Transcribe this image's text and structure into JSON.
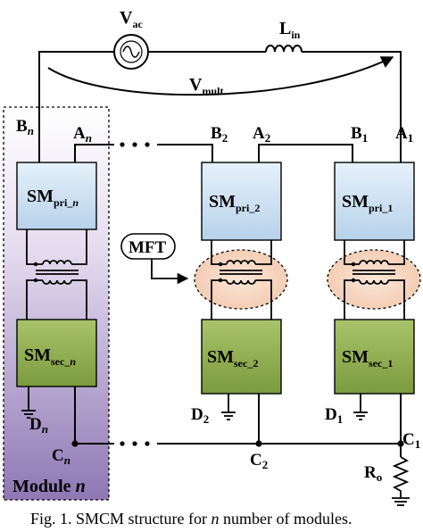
{
  "source": {
    "label": "V",
    "sub": "ac"
  },
  "inductor": {
    "label": "L",
    "sub": "in"
  },
  "vmult": {
    "label": "V",
    "sub": "mult"
  },
  "nodes": {
    "Bn": {
      "main": "B",
      "sub": "n"
    },
    "An": {
      "main": "A",
      "sub": "n"
    },
    "B2": {
      "main": "B",
      "sub": "2"
    },
    "A2": {
      "main": "A",
      "sub": "2"
    },
    "B1": {
      "main": "B",
      "sub": "1"
    },
    "A1": {
      "main": "A",
      "sub": "1"
    },
    "Dn": {
      "main": "D",
      "sub": "n"
    },
    "D2": {
      "main": "D",
      "sub": "2"
    },
    "D1": {
      "main": "D",
      "sub": "1"
    },
    "Cn": {
      "main": "C",
      "sub": "n"
    },
    "C2": {
      "main": "C",
      "sub": "2"
    },
    "C1": {
      "main": "C",
      "sub": "1"
    }
  },
  "modules": {
    "n": {
      "pri_main": "SM",
      "pri_sub": "pri_",
      "pri_idx": "n",
      "sec_main": "SM",
      "sec_sub": "sec_",
      "sec_idx": "n"
    },
    "two": {
      "pri_main": "SM",
      "pri_sub": "pri_2",
      "sec_main": "SM",
      "sec_sub": "sec_2"
    },
    "one": {
      "pri_main": "SM",
      "pri_sub": "pri_1",
      "sec_main": "SM",
      "sec_sub": "sec_1"
    }
  },
  "mft_label": "MFT",
  "resistor": {
    "label": "R",
    "sub": "o"
  },
  "module_box": {
    "prefix": "Module ",
    "italic": "n"
  },
  "caption": {
    "prefix": "Fig. 1.  SMCM structure for ",
    "italic": "n",
    "suffix": " number of modules."
  },
  "colors": {
    "pri_fill": "#cfe3f3",
    "sec_fill": "#8fb04e",
    "module_bg": "#c9b8dc",
    "mft_fill": "#f6d6c2",
    "wire": "#000000"
  }
}
